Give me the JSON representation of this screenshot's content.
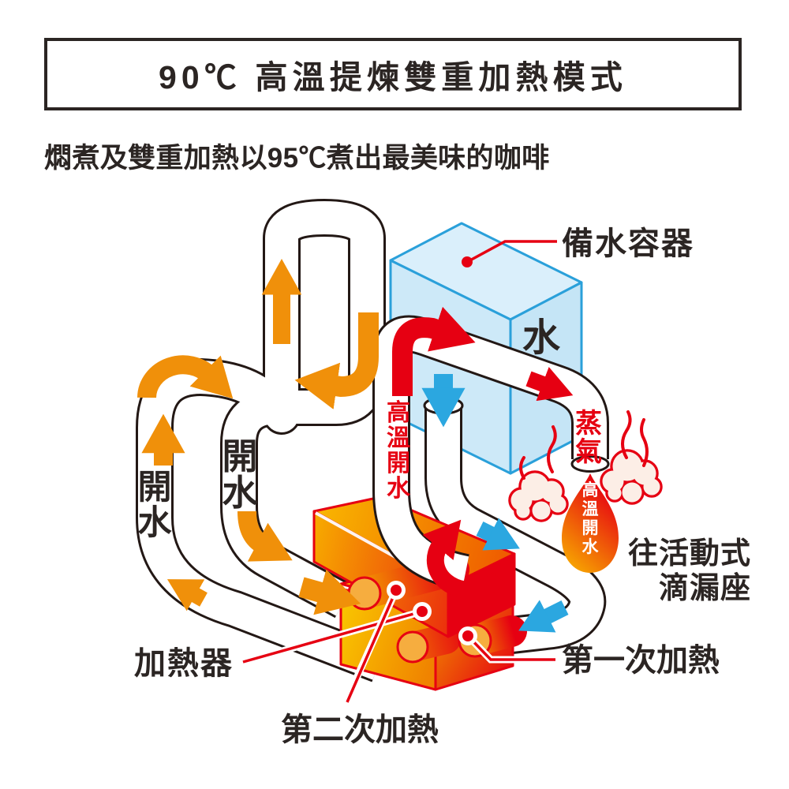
{
  "title": "90℃ 高溫提煉雙重加熱模式",
  "subtitle": "燜煮及雙重加熱以95℃煮出最美味的咖啡",
  "labels": {
    "water_tank": "備水容器",
    "water": "水",
    "steam": "蒸氣",
    "hot_boiled_water_pipe": "高溫開水",
    "boiled_water_left": "開水",
    "boiled_water_middle": "開水",
    "hot_water_drop": "高溫開水",
    "to_drip_seat_line1": "往活動式",
    "to_drip_seat_line2": "滴漏座",
    "heater": "加熱器",
    "second_heating": "第二次加熱",
    "first_heating": "第一次加熱"
  },
  "colors": {
    "outline": "#231815",
    "text_dark": "#2b2523",
    "red": "#e60012",
    "orange": "#f0900a",
    "blue": "#2ba7e0",
    "tank_fill": "#cde9f8",
    "tank_stroke": "#2aa0da",
    "heater_yellow": "#f9c200",
    "heater_red": "#e60012"
  }
}
